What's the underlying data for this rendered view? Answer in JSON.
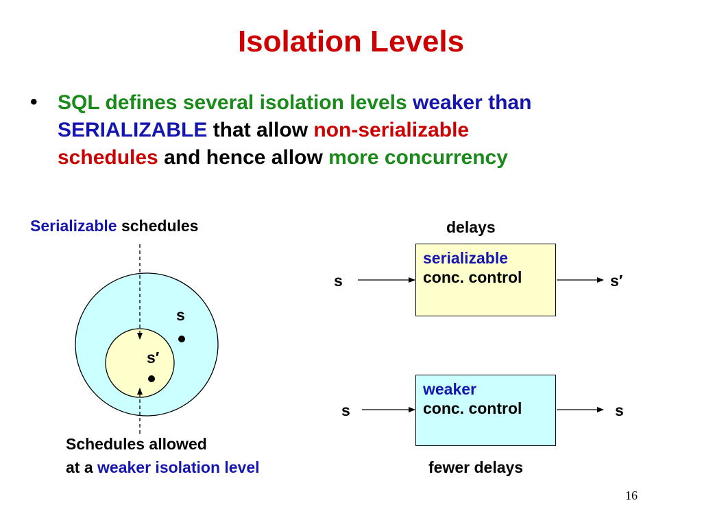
{
  "title": "Isolation Levels",
  "bullet": {
    "symbol": "•",
    "line1_a": "SQL defines several isolation levels",
    "line1_b": "weaker than",
    "line2_a": "SERIALIZABLE",
    "line2_b": "that allow",
    "line2_c": "non-serializable",
    "line3_a": "schedules",
    "line3_b": "and hence allow",
    "line3_c": "more concurrency"
  },
  "venn": {
    "top_label_a": "Serializable",
    "top_label_b": "schedules",
    "outer_point_label": "s",
    "inner_point_label": "s′",
    "bottom_line1": "Schedules allowed",
    "bottom_line2_a": "at a",
    "bottom_line2_b": "weaker isolation level"
  },
  "flow_serializable": {
    "header": "delays",
    "input": "s",
    "box_line1": "serializable",
    "box_line2": "conc. control",
    "output": "s′"
  },
  "flow_weaker": {
    "input": "s",
    "box_line1": "weaker",
    "box_line2": "conc. control",
    "output": "s",
    "footer": "fewer delays"
  },
  "page_number": "16",
  "colors": {
    "title_red": "#cc0000",
    "green": "#1a8a1a",
    "blue": "#1515b0",
    "outer_circle_fill": "#ccffff",
    "inner_circle_fill": "#ffffcc"
  }
}
